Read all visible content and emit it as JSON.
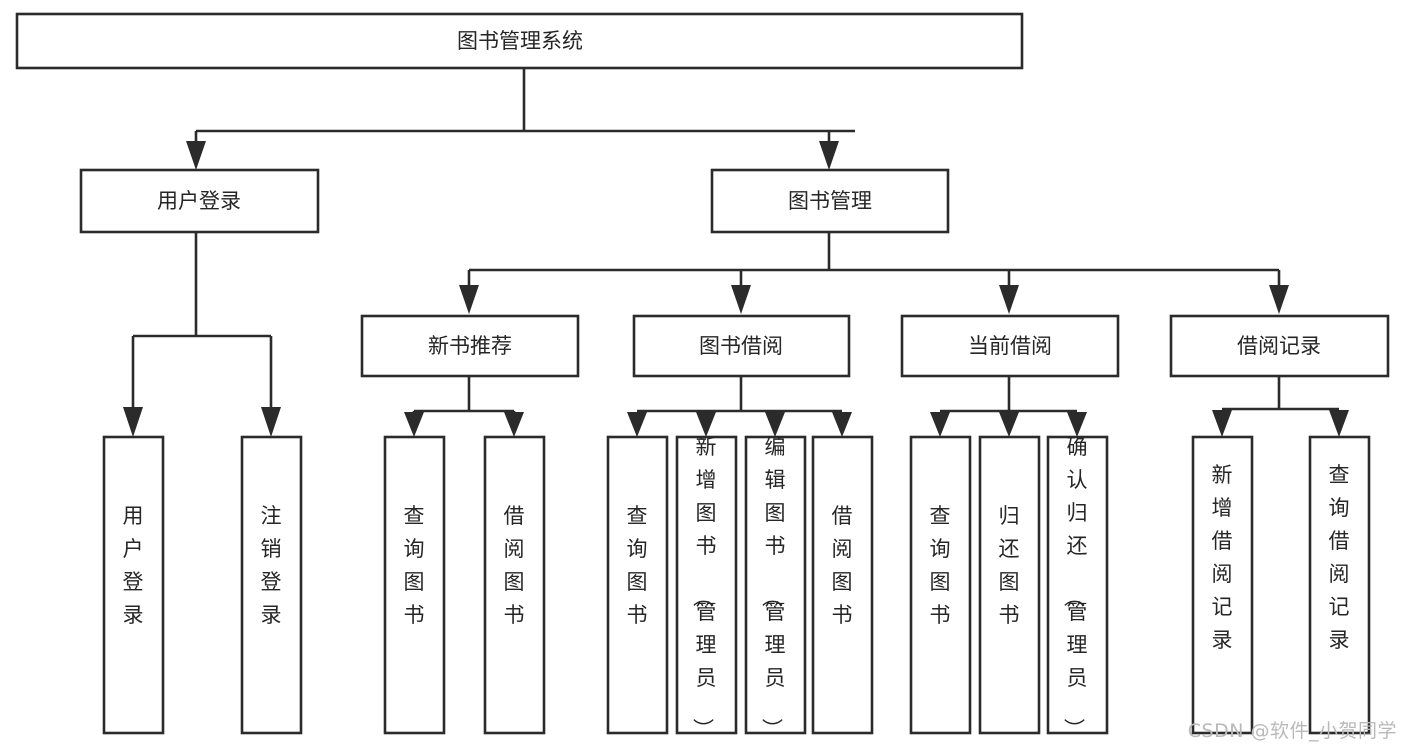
{
  "diagram": {
    "title": "图书管理系统",
    "watermark": "CSDN @软件_小贺同学",
    "colors": {
      "stroke": "#2b2b2b",
      "fill": "#ffffff",
      "text": "#262626",
      "watermark": "#b9b9b9",
      "background": "#ffffff"
    },
    "root": {
      "label": "图书管理系统"
    },
    "level2": [
      {
        "label": "用户登录"
      },
      {
        "label": "图书管理"
      }
    ],
    "level3": [
      {
        "label": "新书推荐"
      },
      {
        "label": "图书借阅"
      },
      {
        "label": "当前借阅"
      },
      {
        "label": "借阅记录"
      }
    ],
    "leaves": {
      "user_login": [
        {
          "label": "用户登录"
        },
        {
          "label": "注销登录"
        }
      ],
      "new_book_recommend": [
        {
          "label": "查询图书"
        },
        {
          "label": "借阅图书"
        }
      ],
      "book_borrow": [
        {
          "label": "查询图书"
        },
        {
          "label": "新增图书（管理员）"
        },
        {
          "label": "编辑图书（管理员）"
        },
        {
          "label": "借阅图书"
        }
      ],
      "current_borrow": [
        {
          "label": "查询图书"
        },
        {
          "label": "归还图书"
        },
        {
          "label": "确认归还（管理员）"
        }
      ],
      "borrow_record": [
        {
          "label": "新增借阅记录"
        },
        {
          "label": "查询借阅记录"
        }
      ]
    }
  }
}
